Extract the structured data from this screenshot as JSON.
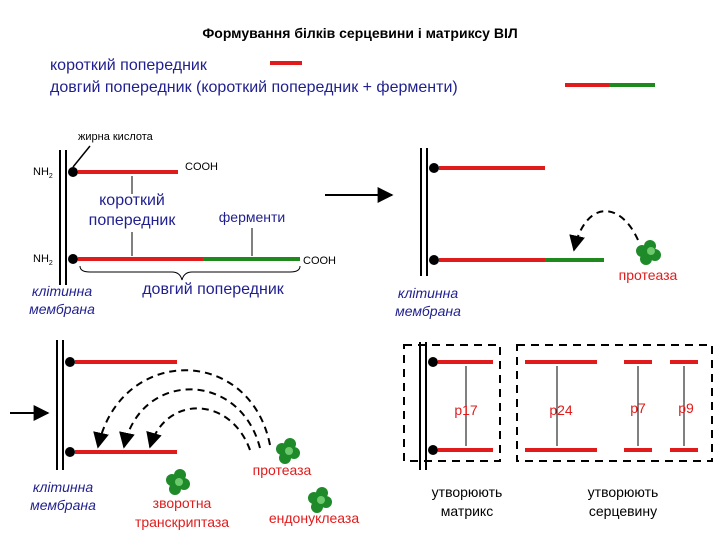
{
  "title": "Формування білків серцевини і матриксу ВІЛ",
  "legend": {
    "short_label": "короткий попередник",
    "long_label": "довгий попередник (короткий попередник + ферменти)"
  },
  "panel1": {
    "fatty_acid": "жирна кислота",
    "nh2_top": "NH",
    "nh2_top_sub": "2",
    "cooh_top": "COOH",
    "short_line1": "короткий",
    "short_line2": "попередник",
    "enzymes": "ферменти",
    "nh2_bottom": "NH",
    "nh2_bottom_sub": "2",
    "cooh_bottom": "COOH",
    "membrane_line1": "клітинна",
    "membrane_line2": "мембрана",
    "long_label": "довгий попередник"
  },
  "panel2": {
    "protease": "протеаза",
    "membrane_line1": "клітинна",
    "membrane_line2": "мембрана"
  },
  "panel3": {
    "protease": "протеаза",
    "rt_line1": "зворотна",
    "rt_line2": "транскриптаза",
    "endonuclease": "ендонуклеаза",
    "membrane_line1": "клітинна",
    "membrane_line2": "мембрана"
  },
  "panel4": {
    "p17": "p17",
    "p24": "p24",
    "p7": "p7",
    "p9": "p9",
    "matrix_line1": "утворюють",
    "matrix_line2": "матрикс",
    "core_line1": "утворюють",
    "core_line2": "серцевину"
  },
  "colors": {
    "red": "#e11b1b",
    "green": "#1e8a1e",
    "blue": "#1f1f8f",
    "enzyme_blob": "#1f8a2a"
  }
}
